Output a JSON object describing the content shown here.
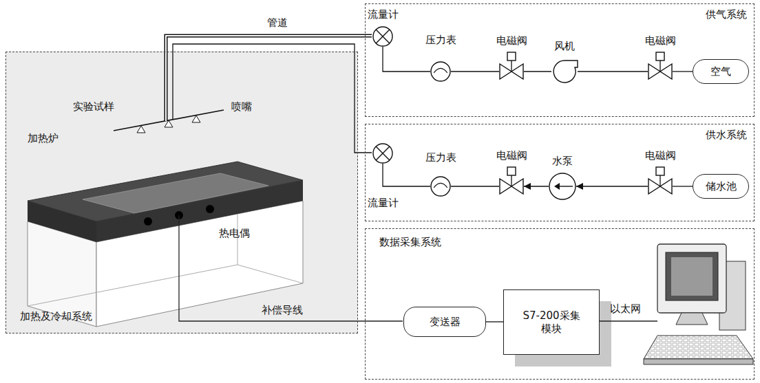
{
  "diagram": {
    "nodes": [
      {
        "text": [
          "加热及冷却系统"
        ]
      },
      {
        "text": [
          "供气系统"
        ]
      },
      {
        "text": [
          "流量计"
        ],
        "in": 1
      },
      {
        "text": [
          "压力表"
        ],
        "in": 1
      },
      {
        "text": [
          "电磁阀"
        ],
        "in": 1
      },
      {
        "text": [
          "风机"
        ],
        "in": 1
      },
      {
        "text": [
          "电磁阀"
        ],
        "in": 1
      },
      {
        "text": [
          "空气"
        ],
        "in": 1
      },
      {
        "text": [
          "供水系统"
        ]
      },
      {
        "text": [
          "流量计"
        ],
        "in": 8
      },
      {
        "text": [
          "压力表"
        ],
        "in": 8
      },
      {
        "text": [
          "电磁阀"
        ],
        "in": 8
      },
      {
        "text": [
          "水泵"
        ],
        "in": 8
      },
      {
        "text": [
          "电磁阀"
        ],
        "in": 8
      },
      {
        "text": [
          "储水池"
        ],
        "in": 8
      },
      {
        "text": [
          "数据采集系统"
        ]
      },
      {
        "text": [
          "变送器"
        ],
        "in": 15
      },
      {
        "text": [
          "S7-200采集 模块"
        ],
        "in": 15
      }
    ],
    "edges": [
      {
        "from": 2,
        "to": 3,
        "arrow": "none"
      },
      {
        "from": 3,
        "to": 4,
        "arrow": "none"
      },
      {
        "from": 4,
        "to": 5,
        "arrow": "none"
      },
      {
        "from": 5,
        "to": 6,
        "arrow": "none"
      },
      {
        "from": 6,
        "to": 7,
        "arrow": "none"
      },
      {
        "from": 9,
        "to": 10,
        "arrow": "none"
      },
      {
        "from": 10,
        "to": 11,
        "arrow": "none"
      },
      {
        "from": 12,
        "to": 11,
        "arrow": "to"
      },
      {
        "from": 13,
        "to": 12,
        "arrow": "to"
      },
      {
        "from": 14,
        "to": 13,
        "arrow": "none"
      },
      {
        "from": 16,
        "to": 17,
        "arrow": "none"
      }
    ],
    "labels": [
      "管道",
      "加热炉",
      "实验试样",
      "喷嘴",
      "热电偶",
      "补偿导线",
      "以太网"
    ]
  }
}
